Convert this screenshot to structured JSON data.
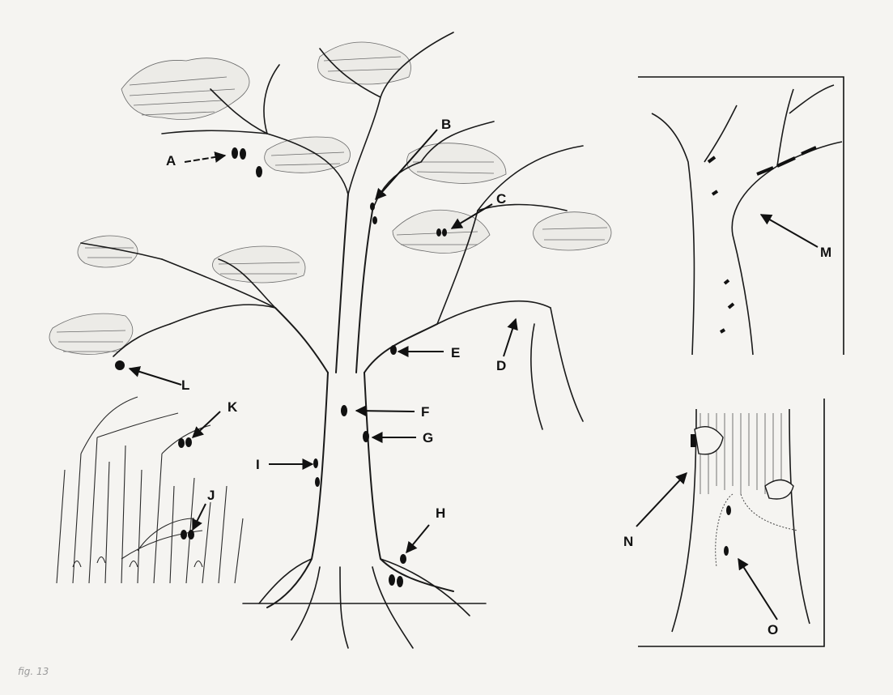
{
  "caption": "fig. 13",
  "labels": {
    "A": "A",
    "B": "B",
    "C": "C",
    "D": "D",
    "E": "E",
    "F": "F",
    "G": "G",
    "H": "H",
    "I": "I",
    "J": "J",
    "K": "K",
    "L": "L",
    "M": "M",
    "N": "N",
    "O": "O"
  },
  "colors": {
    "background": "#f5f4f1",
    "ink": "#1a1a1a",
    "egg": "#111111"
  }
}
